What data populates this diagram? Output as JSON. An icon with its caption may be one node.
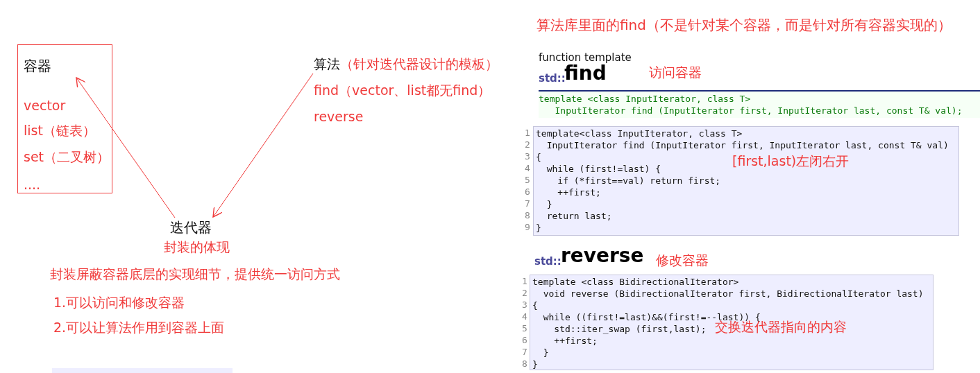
{
  "diagram": {
    "nodes": [
      {
        "text": [
          "容器",
          "vector",
          "list（链表）",
          "set（二叉树）",
          "...."
        ]
      },
      {
        "text": [
          "算法",
          "（针对迭代器设计的模板）",
          "find（vector、list都无find）",
          "reverse"
        ]
      },
      {
        "text": [
          "迭代器"
        ],
        "beside": [
          "封装的体现"
        ]
      },
      {
        "text": [
          "template <class InputIterator, class T>",
          "   InputIterator find (InputIterator first, InputIterator last, const T& val);"
        ]
      },
      {
        "text": [
          "template<class InputIterator, class T>",
          "  InputIterator find (InputIterator first, InputIterator last, const T& val)",
          "{",
          "  while (first!=last) {",
          "    if (*first==val) return first;",
          "    ++first;",
          "  }",
          "  return last;",
          "}"
        ],
        "beside": [
          "1",
          "2",
          "3",
          "4",
          "5",
          "6",
          "7",
          "8",
          "9"
        ]
      },
      {
        "text": [
          "template <class BidirectionalIterator>",
          "  void reverse (BidirectionalIterator first, BidirectionalIterator last)",
          "{",
          "  while ((first!=last)&&(first!=--last)) {",
          "    std::iter_swap (first,last);",
          "    ++first;",
          "  }",
          "}"
        ],
        "beside": [
          "1",
          "2",
          "3",
          "4",
          "5",
          "6",
          "7",
          "8"
        ]
      }
    ],
    "edges": [
      {
        "from": 2,
        "to": 0,
        "arrow": "to"
      },
      {
        "from": 1,
        "to": 2,
        "arrow": "to"
      }
    ],
    "labels": [
      "算法库里面的find（不是针对某个容器，而是针对所有容器实现的）",
      "function template",
      "std::",
      "find",
      "访问容器",
      "[first,last)左闭右开",
      "std::",
      "reverse",
      "修改容器",
      "交换迭代器指向的内容",
      "封装屏蔽容器底层的实现细节，提供统一访问方式",
      "1.可以访问和修改容器",
      "2.可以让算法作用到容器上面"
    ]
  }
}
